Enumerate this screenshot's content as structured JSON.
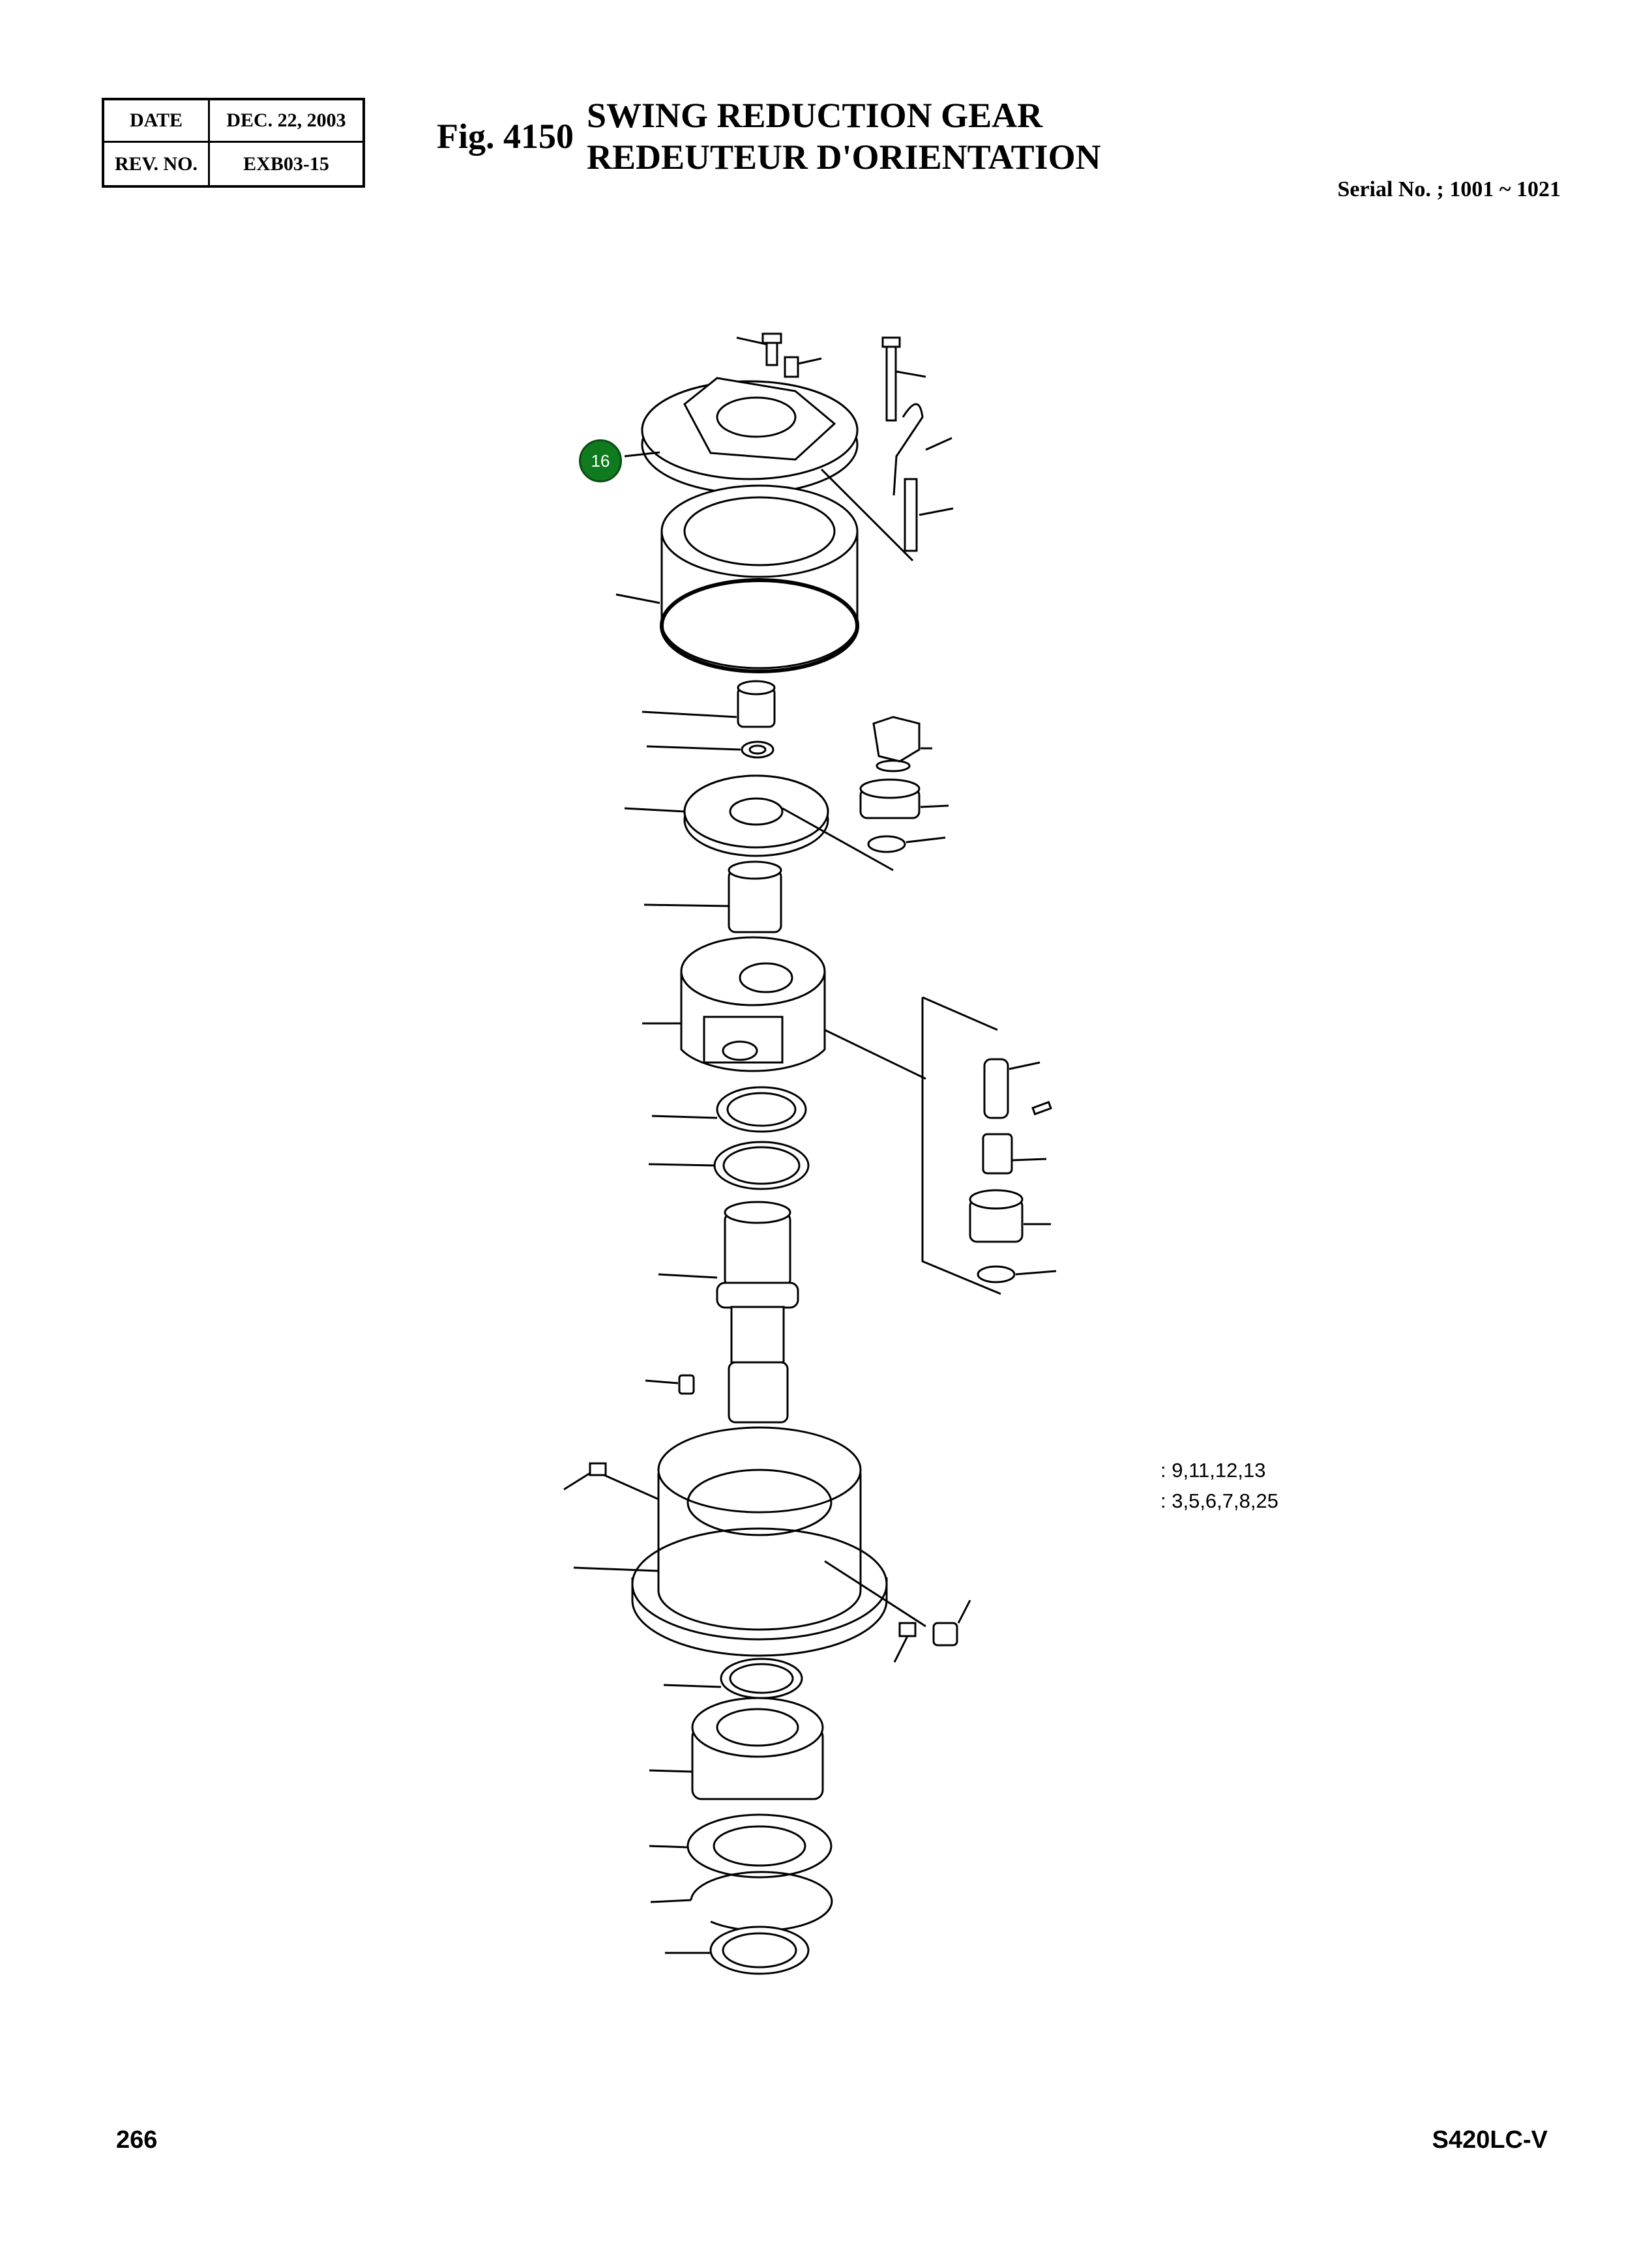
{
  "header": {
    "date_label": "DATE",
    "date_value": "DEC. 22, 2003",
    "rev_label": "REV. NO.",
    "rev_value": "EXB03-15",
    "fig_label": "Fig. 4150",
    "title_en": "SWING REDUCTION GEAR",
    "title_fr": "REDEUTEUR D'ORIENTATION",
    "serial": "Serial No. ; 1001 ~ 1021"
  },
  "callout": {
    "number": "16",
    "color": "#0f7a1e"
  },
  "legend": {
    "line1": ": 9,11,12,13",
    "line2": ": 3,5,6,7,8,25"
  },
  "footer": {
    "page_number": "266",
    "model": "S420LC-V"
  }
}
